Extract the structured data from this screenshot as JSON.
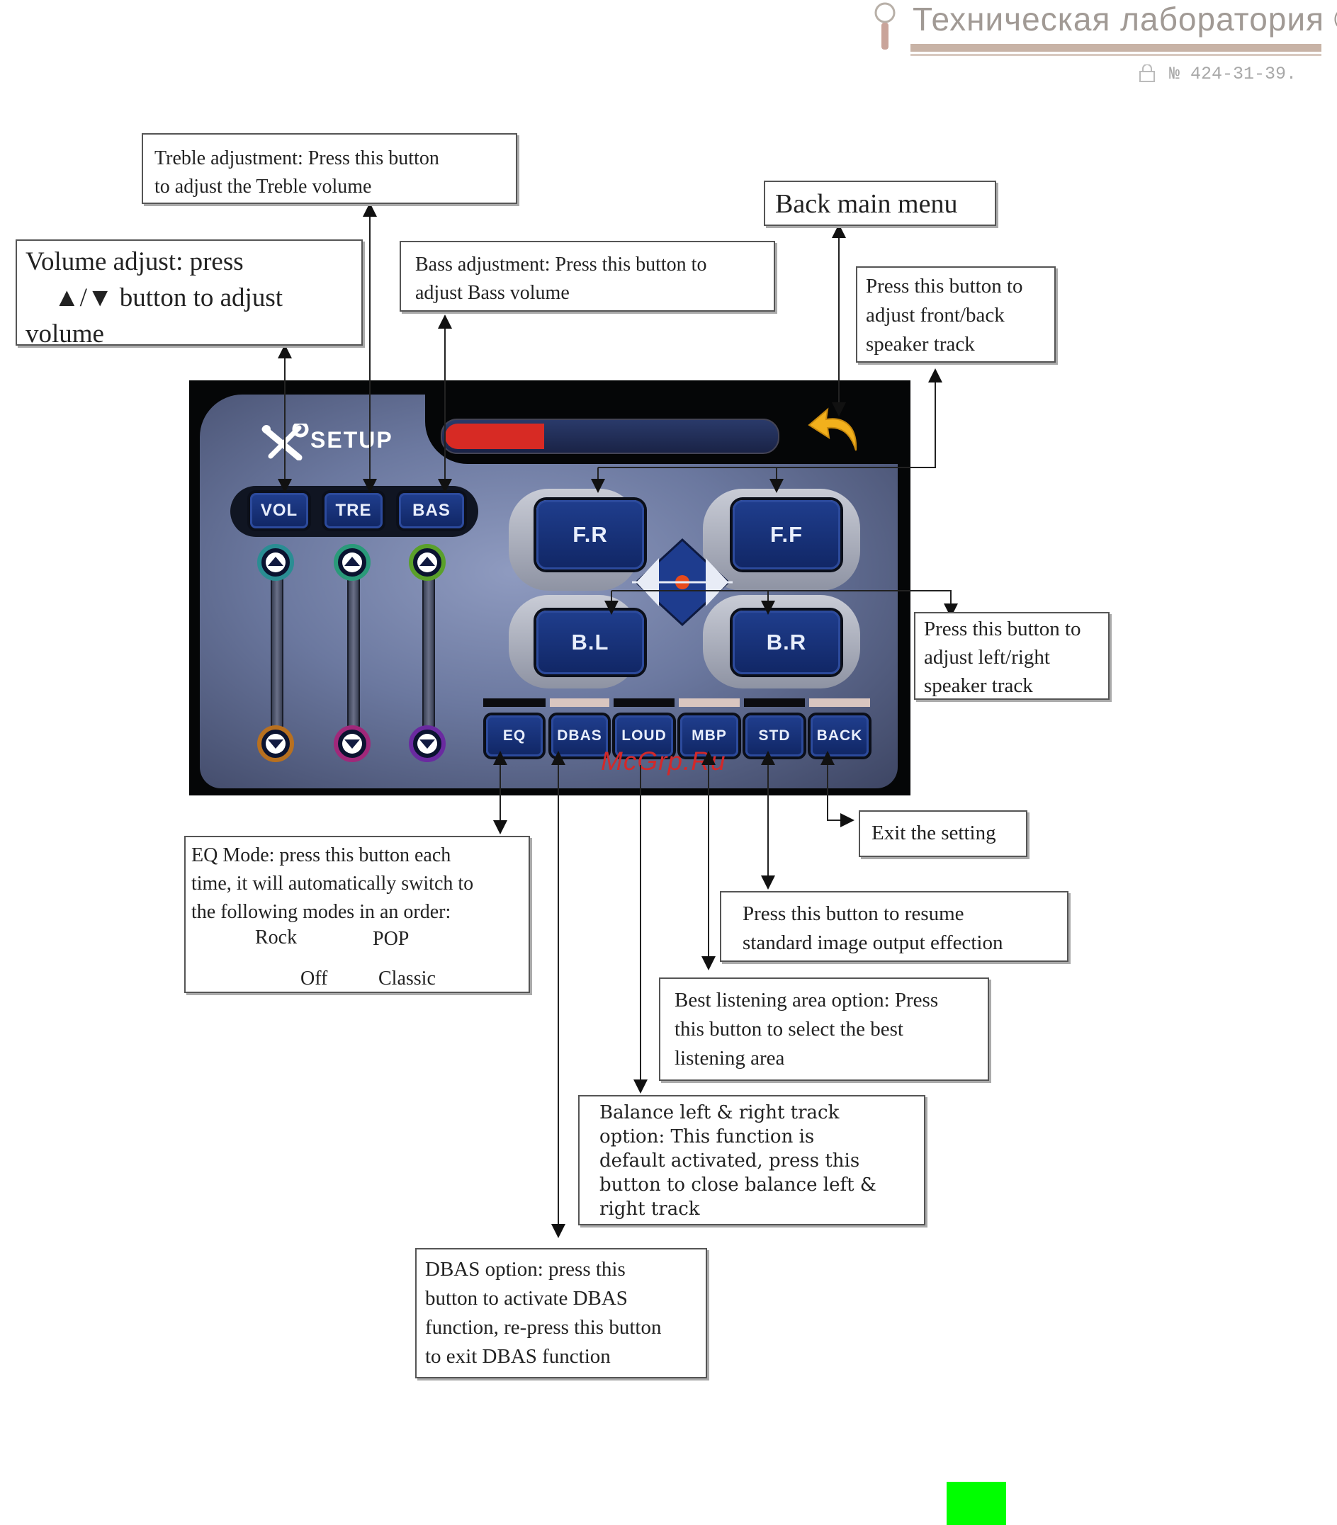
{
  "header": {
    "title": "Техническая лаборатория ©",
    "code": "№ 424-31-39."
  },
  "device": {
    "setup_label": "SETUP",
    "volume_level": 0.3,
    "tone_buttons": [
      "VOL",
      "TRE",
      "BAS"
    ],
    "speaker_buttons": {
      "fr": "F.R",
      "ff": "F.F",
      "bl": "B.L",
      "br": "B.R"
    },
    "mode_buttons": [
      "EQ",
      "DBAS",
      "LOUD",
      "MBP",
      "STD",
      "BACK"
    ],
    "colors": {
      "accent": "#d72a24",
      "button": "#1f3d8c",
      "back_arrow": "#f2b01c"
    }
  },
  "watermark": "McGrp.Ru",
  "callouts": {
    "treble": {
      "line1": "Treble adjustment: Press this button",
      "line2": "to adjust the Treble volume"
    },
    "volume": {
      "line1": "Volume adjust: press",
      "line2": "▲/▼ button to adjust",
      "line3": "volume"
    },
    "bass": {
      "line1": "Bass adjustment: Press this button to",
      "line2": "adjust Bass volume"
    },
    "back_main": {
      "line1": "Back main menu"
    },
    "front_back": {
      "line1": "Press this button to",
      "line2": "adjust front/back",
      "line3": "speaker track"
    },
    "left_right": {
      "line1": "Press this button to",
      "line2": "adjust left/right",
      "line3": "speaker track"
    },
    "exit": {
      "line1": "Exit the setting"
    },
    "eq": {
      "line1": "EQ Mode: press this button each",
      "line2": "time, it will automatically switch to",
      "line3": "the following modes in an order:",
      "rock": "Rock",
      "pop": "POP",
      "off": "Off",
      "classic": "Classic"
    },
    "std": {
      "line1": "Press this button to resume",
      "line2": "standard image output effection"
    },
    "mbp": {
      "line1": "Best listening area option: Press",
      "line2": "this button to select the best",
      "line3": "listening area"
    },
    "loud": {
      "line1": "Balance left & right track",
      "line2": "option: This function is",
      "line3": "default activated, press this",
      "line4": "button to close balance left &",
      "line5": "right track"
    },
    "dbas": {
      "line1": "DBAS option: press this",
      "line2": "button to activate DBAS",
      "line3": "function, re-press this button",
      "line4": "to exit DBAS function"
    }
  }
}
